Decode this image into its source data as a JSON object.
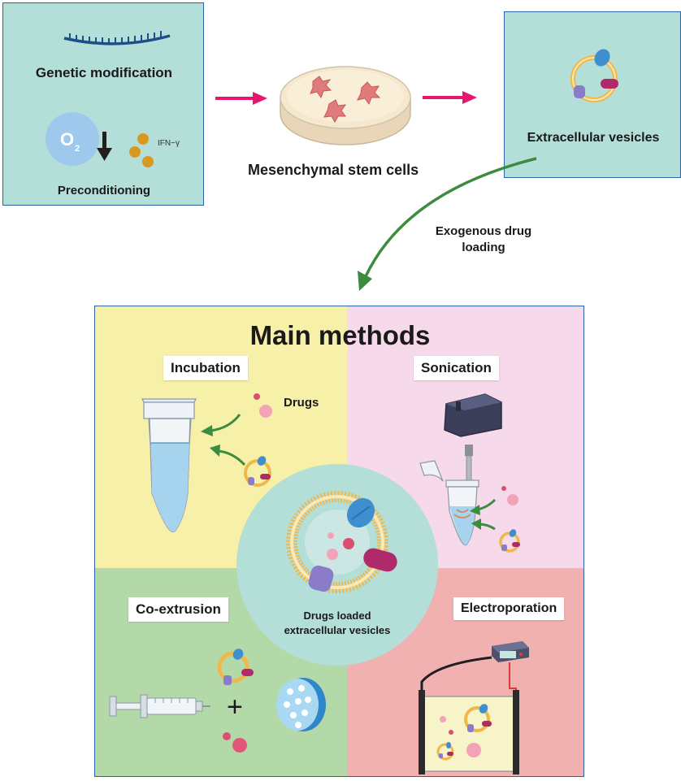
{
  "top": {
    "genetic_modification": "Genetic modification",
    "o2_symbol": "O",
    "o2_subscript": "2",
    "ifn_label": "IFN−γ",
    "preconditioning": "Preconditioning",
    "msc_label": "Mesenchymal stem cells",
    "ev_label": "Extracellular vesicles",
    "loading_line1": "Exogenous drug",
    "loading_line2": "loading"
  },
  "panel": {
    "title": "Main methods",
    "incubation": "Incubation",
    "drugs": "Drugs",
    "sonication": "Sonication",
    "co_extrusion": "Co-extrusion",
    "electroporation": "Electroporation",
    "plus": "+",
    "center_line1": "Drugs loaded",
    "center_line2": "extracellular vesicles"
  },
  "colors": {
    "panel_border": "#2a63a8",
    "box_fill": "#b4ded8",
    "arrow_pink": "#e5166b",
    "arrow_green": "#3d8b3f",
    "q_incubation": "#f7f0a8",
    "q_sonication": "#f6d9ea",
    "q_coextrusion": "#b4d9a8",
    "q_electroporation": "#f2b1b1"
  }
}
